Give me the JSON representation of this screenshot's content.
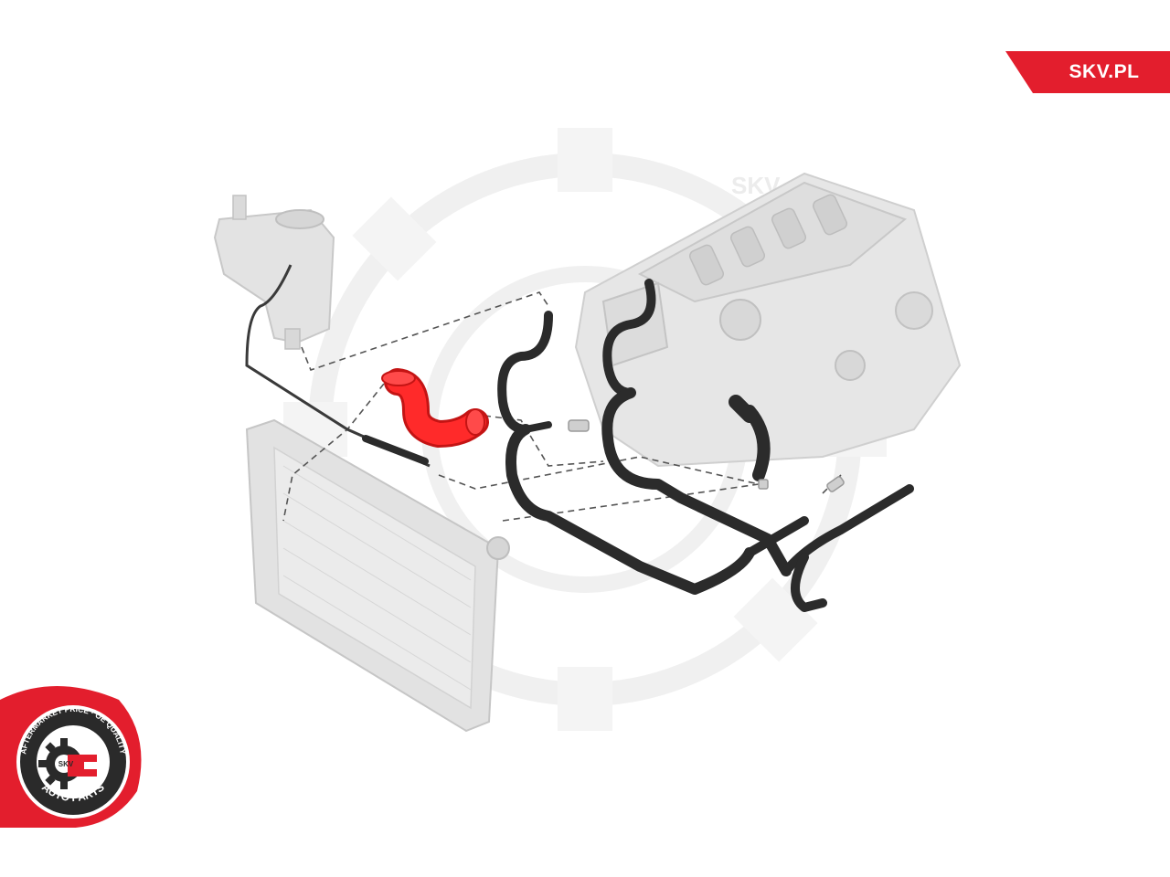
{
  "brand": {
    "label": "SKV.PL",
    "color": "#e31e2d"
  },
  "seal": {
    "top_text": "AFTERMARKET PRICE · OE QUALITY",
    "center_text": "SKV",
    "bottom_text": "AUTO PARTS",
    "color": "#e31e2d"
  },
  "watermark": {
    "text": "SKV"
  },
  "diagram": {
    "highlight_color": "#ff2a2a",
    "hose_color": "#2b2b2b",
    "component_color": "#dcdcdc",
    "icons": [
      "expansion-tank",
      "radiator",
      "engine-block",
      "highlighted-hose",
      "coolant-hose-assembly"
    ]
  }
}
